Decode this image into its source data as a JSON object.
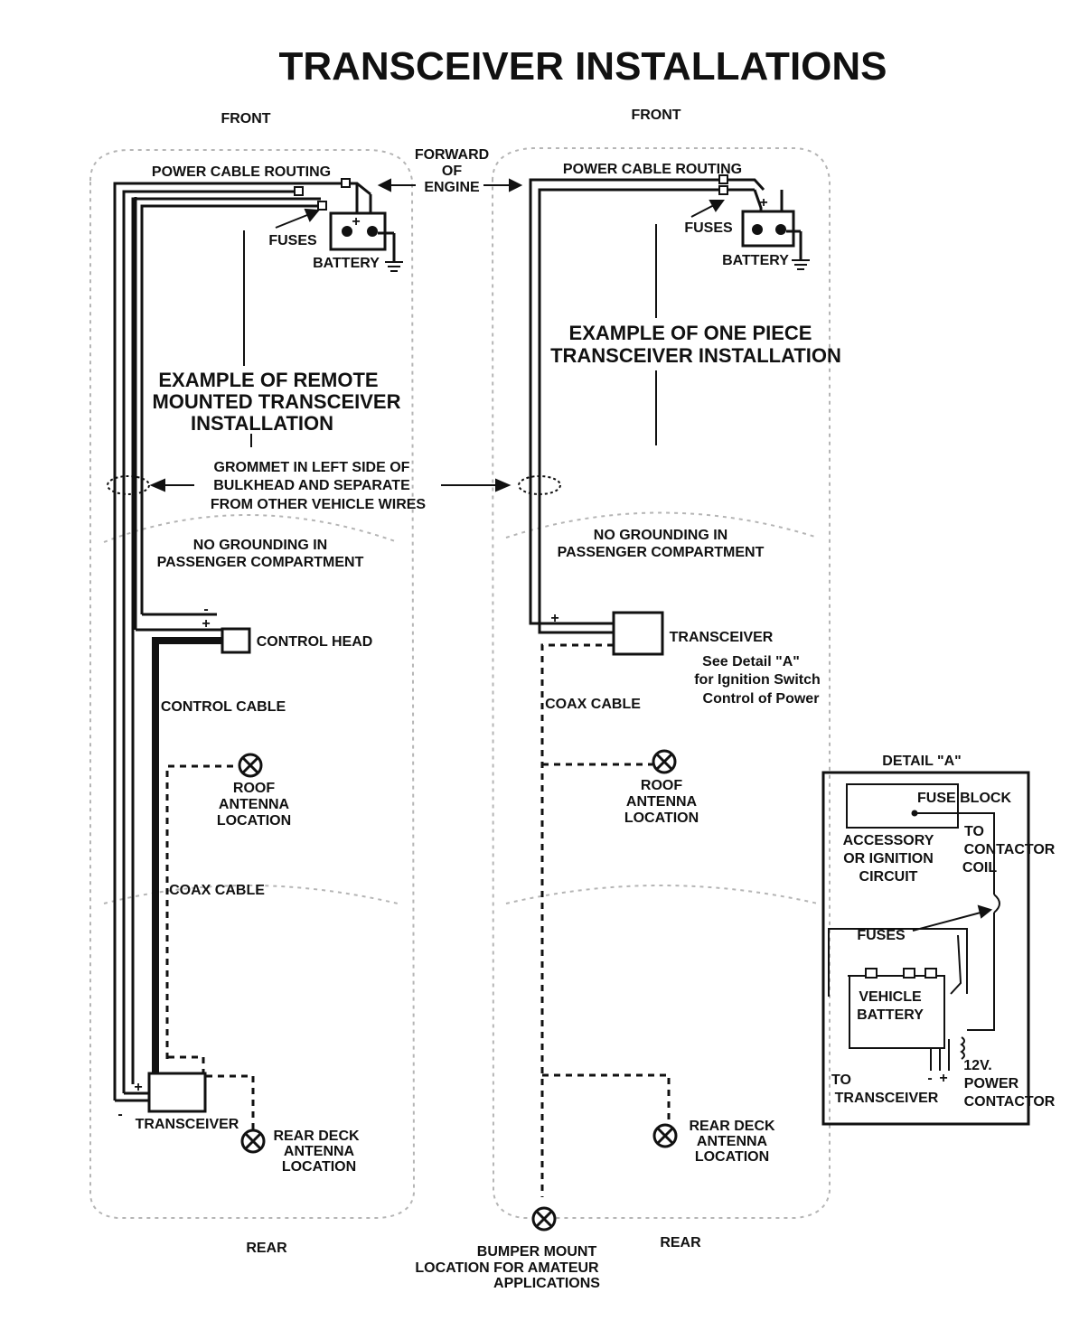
{
  "title": "TRANSCEIVER INSTALLATIONS",
  "shared": {
    "forward_of_engine": [
      "FORWARD",
      "OF",
      "ENGINE"
    ]
  },
  "left": {
    "front": "FRONT",
    "rear": "REAR",
    "power_cable_routing": "POWER CABLE ROUTING",
    "fuses": "FUSES",
    "battery": "BATTERY",
    "heading": [
      "EXAMPLE OF REMOTE",
      "MOUNTED TRANSCEIVER",
      "INSTALLATION"
    ],
    "no_grounding": [
      "NO GROUNDING IN",
      "PASSENGER COMPARTMENT"
    ],
    "control_head": "CONTROL HEAD",
    "control_cable": "CONTROL CABLE",
    "roof_antenna": [
      "ROOF",
      "ANTENNA",
      "LOCATION"
    ],
    "coax_cable": "COAX CABLE",
    "transceiver": "TRANSCEIVER",
    "rear_deck_antenna": [
      "REAR DECK",
      "ANTENNA",
      "LOCATION"
    ]
  },
  "grommet": [
    "GROMMET IN LEFT SIDE OF",
    "BULKHEAD AND SEPARATE",
    "FROM OTHER VEHICLE WIRES"
  ],
  "right": {
    "front": "FRONT",
    "rear": "REAR",
    "power_cable_routing": "POWER CABLE ROUTING",
    "fuses": "FUSES",
    "battery": "BATTERY",
    "heading": [
      "EXAMPLE OF ONE PIECE",
      "TRANSCEIVER INSTALLATION"
    ],
    "no_grounding": [
      "NO GROUNDING IN",
      "PASSENGER COMPARTMENT"
    ],
    "transceiver": "TRANSCEIVER",
    "see_detail": [
      "See Detail \"A\"",
      "for Ignition Switch",
      "Control of Power"
    ],
    "coax_cable": "COAX CABLE",
    "roof_antenna": [
      "ROOF",
      "ANTENNA",
      "LOCATION"
    ],
    "rear_deck_antenna": [
      "REAR DECK",
      "ANTENNA",
      "LOCATION"
    ],
    "bumper_mount": [
      "BUMPER MOUNT",
      "LOCATION FOR AMATEUR",
      "APPLICATIONS"
    ]
  },
  "detail": {
    "title": "DETAIL \"A\"",
    "fuse_block": "FUSE BLOCK",
    "accessory": [
      "ACCESSORY",
      "OR IGNITION",
      "CIRCUIT"
    ],
    "to_contactor": [
      "TO",
      "CONTACTOR",
      "COIL"
    ],
    "fuses": "FUSES",
    "vehicle_battery": [
      "VEHICLE",
      "BATTERY"
    ],
    "to_transceiver": [
      "TO",
      "TRANSCEIVER"
    ],
    "power_contactor": [
      "12V.",
      "POWER",
      "CONTACTOR"
    ]
  },
  "symbols": {
    "plus": "+",
    "minus": "-"
  }
}
